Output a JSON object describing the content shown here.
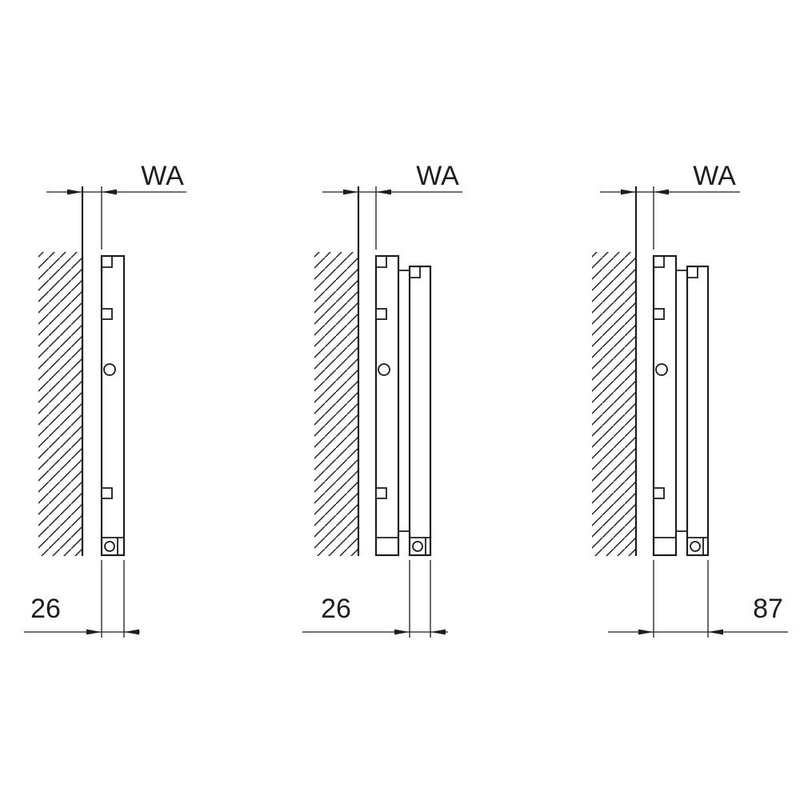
{
  "diagram": {
    "description": "Three side-view technical drawings of wall-mounted radiator profiles showing wall distance and depth dimensions",
    "ink_color": "#1d1d1b",
    "background_color": "#ffffff",
    "panels": [
      {
        "top_dim": "WA",
        "bottom_dim": "26"
      },
      {
        "top_dim": "WA",
        "bottom_dim": "26"
      },
      {
        "top_dim": "WA",
        "bottom_dim": "87"
      }
    ]
  }
}
